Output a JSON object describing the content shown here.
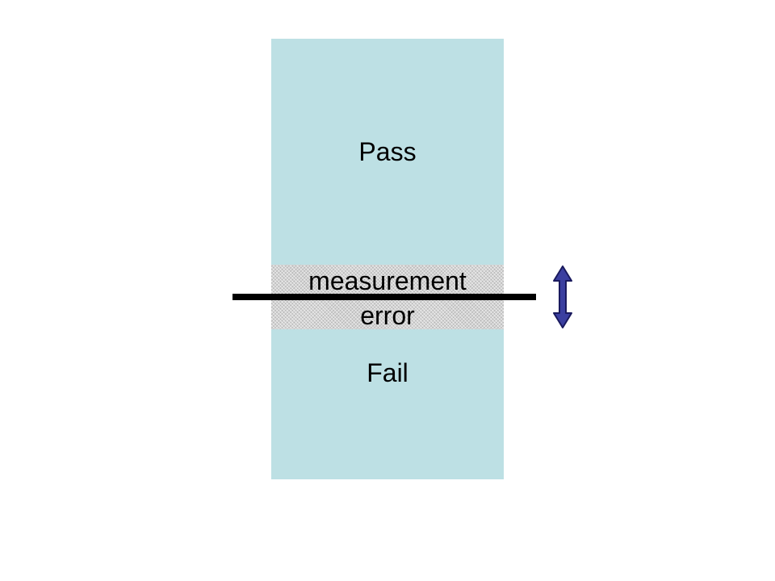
{
  "diagram": {
    "regions": {
      "pass_label": "Pass",
      "fail_label": "Fail"
    },
    "band": {
      "label_line1": "measurement",
      "label_line2": "error"
    },
    "colors": {
      "region_fill": "#bde0e4",
      "band_fill": "#d4d4d4",
      "threshold_line": "#000000",
      "arrow_fill": "#3b3fa0",
      "arrow_stroke": "#1a1a5e"
    },
    "icons": {
      "error_arrow": "double-headed-vertical-arrow-icon"
    }
  }
}
